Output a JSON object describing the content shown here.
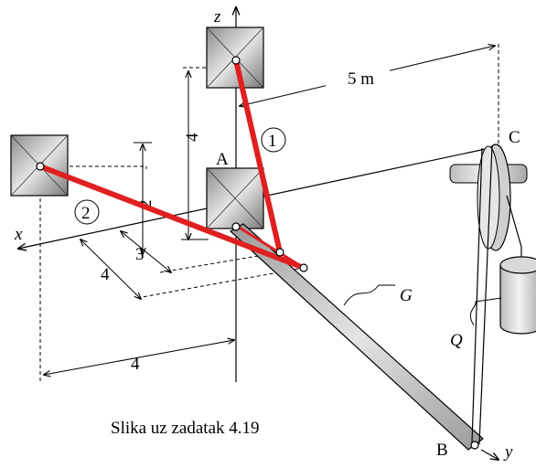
{
  "axes": {
    "x": "x",
    "y": "y",
    "z": "z"
  },
  "points": {
    "A": "A",
    "B": "B",
    "C": "C"
  },
  "bars": {
    "bar1": "1",
    "bar2": "2"
  },
  "loads": {
    "G": "G",
    "Q": "Q"
  },
  "dimensions": {
    "top_height": "4",
    "side_height": "2",
    "offset_3": "3",
    "offset_4": "4",
    "bottom_4": "4",
    "span_5m": "5 m"
  },
  "caption": "Slika uz zadatak 4.19",
  "colors": {
    "bar": "#e02020",
    "steel": "#d8d8d8"
  }
}
